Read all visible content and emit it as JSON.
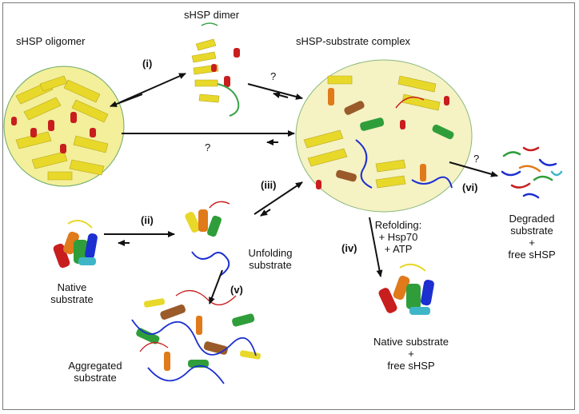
{
  "labels": {
    "oligomer": "sHSP oligomer",
    "dimer": "sHSP dimer",
    "complex": "sHSP-substrate complex",
    "native_l1": "Native",
    "native_l2": "substrate",
    "unfolding_l1": "Unfolding",
    "unfolding_l2": "substrate",
    "aggregated_l1": "Aggregated",
    "aggregated_l2": "substrate",
    "degraded_l1": "Degraded",
    "degraded_l2": "substrate",
    "degraded_l3": "+",
    "degraded_l4": "free sHSP",
    "refold_l1": "Refolding:",
    "refold_l2": "+ Hsp70",
    "refold_l3": "+ ATP",
    "nativefree_l1": "Native substrate",
    "nativefree_l2": "+",
    "nativefree_l3": "free sHSP"
  },
  "steps": {
    "i": "(i)",
    "ii": "(ii)",
    "iii": "(iii)",
    "iv": "(iv)",
    "v": "(v)",
    "vi": "(vi)"
  },
  "unknown": "?",
  "colors": {
    "sheet": "#e8d82a",
    "helix_red": "#c81e1e",
    "coil": "#3aa34a",
    "loop_blue": "#1c2fd0",
    "helix_orange": "#e07a1a",
    "helix_brown": "#9a5a2a",
    "helix_green": "#2f9e3a"
  }
}
